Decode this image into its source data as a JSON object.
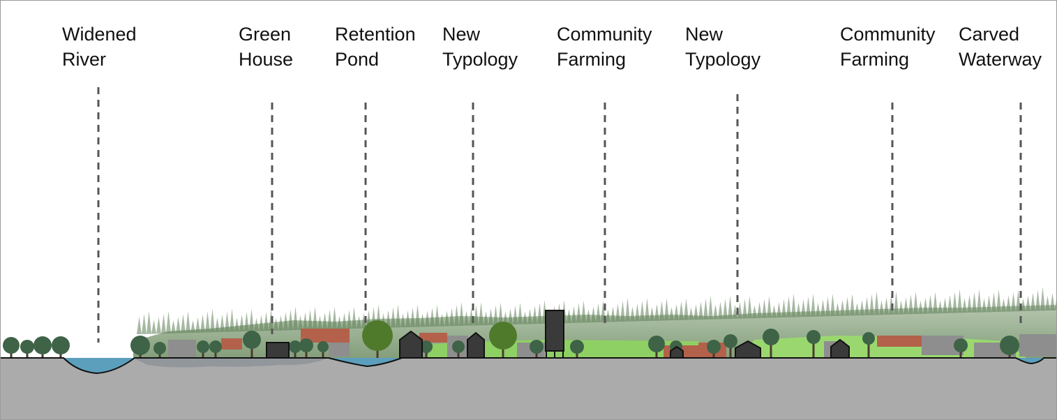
{
  "annotations": [
    {
      "id": "widened-river",
      "lines": [
        "Widened",
        "River"
      ]
    },
    {
      "id": "green-house",
      "lines": [
        "Green",
        "House"
      ]
    },
    {
      "id": "retention-pond",
      "lines": [
        "Retention",
        "Pond"
      ]
    },
    {
      "id": "new-typology-1",
      "lines": [
        "New",
        "Typology"
      ]
    },
    {
      "id": "community-farming-1",
      "lines": [
        "Community",
        "Farming"
      ]
    },
    {
      "id": "new-typology-2",
      "lines": [
        "New",
        "Typology"
      ]
    },
    {
      "id": "community-farming-2",
      "lines": [
        "Community",
        "Farming"
      ]
    },
    {
      "id": "carved-waterway",
      "lines": [
        "Carved",
        "Waterway"
      ]
    }
  ],
  "colors": {
    "ground": "#ababab",
    "water": "#5c9fbd",
    "building": "#3a3a3a",
    "roof_red": "#b3614a",
    "field_green": "#8fd064",
    "forest": "#7b9a70",
    "leader_line": "#555555"
  }
}
